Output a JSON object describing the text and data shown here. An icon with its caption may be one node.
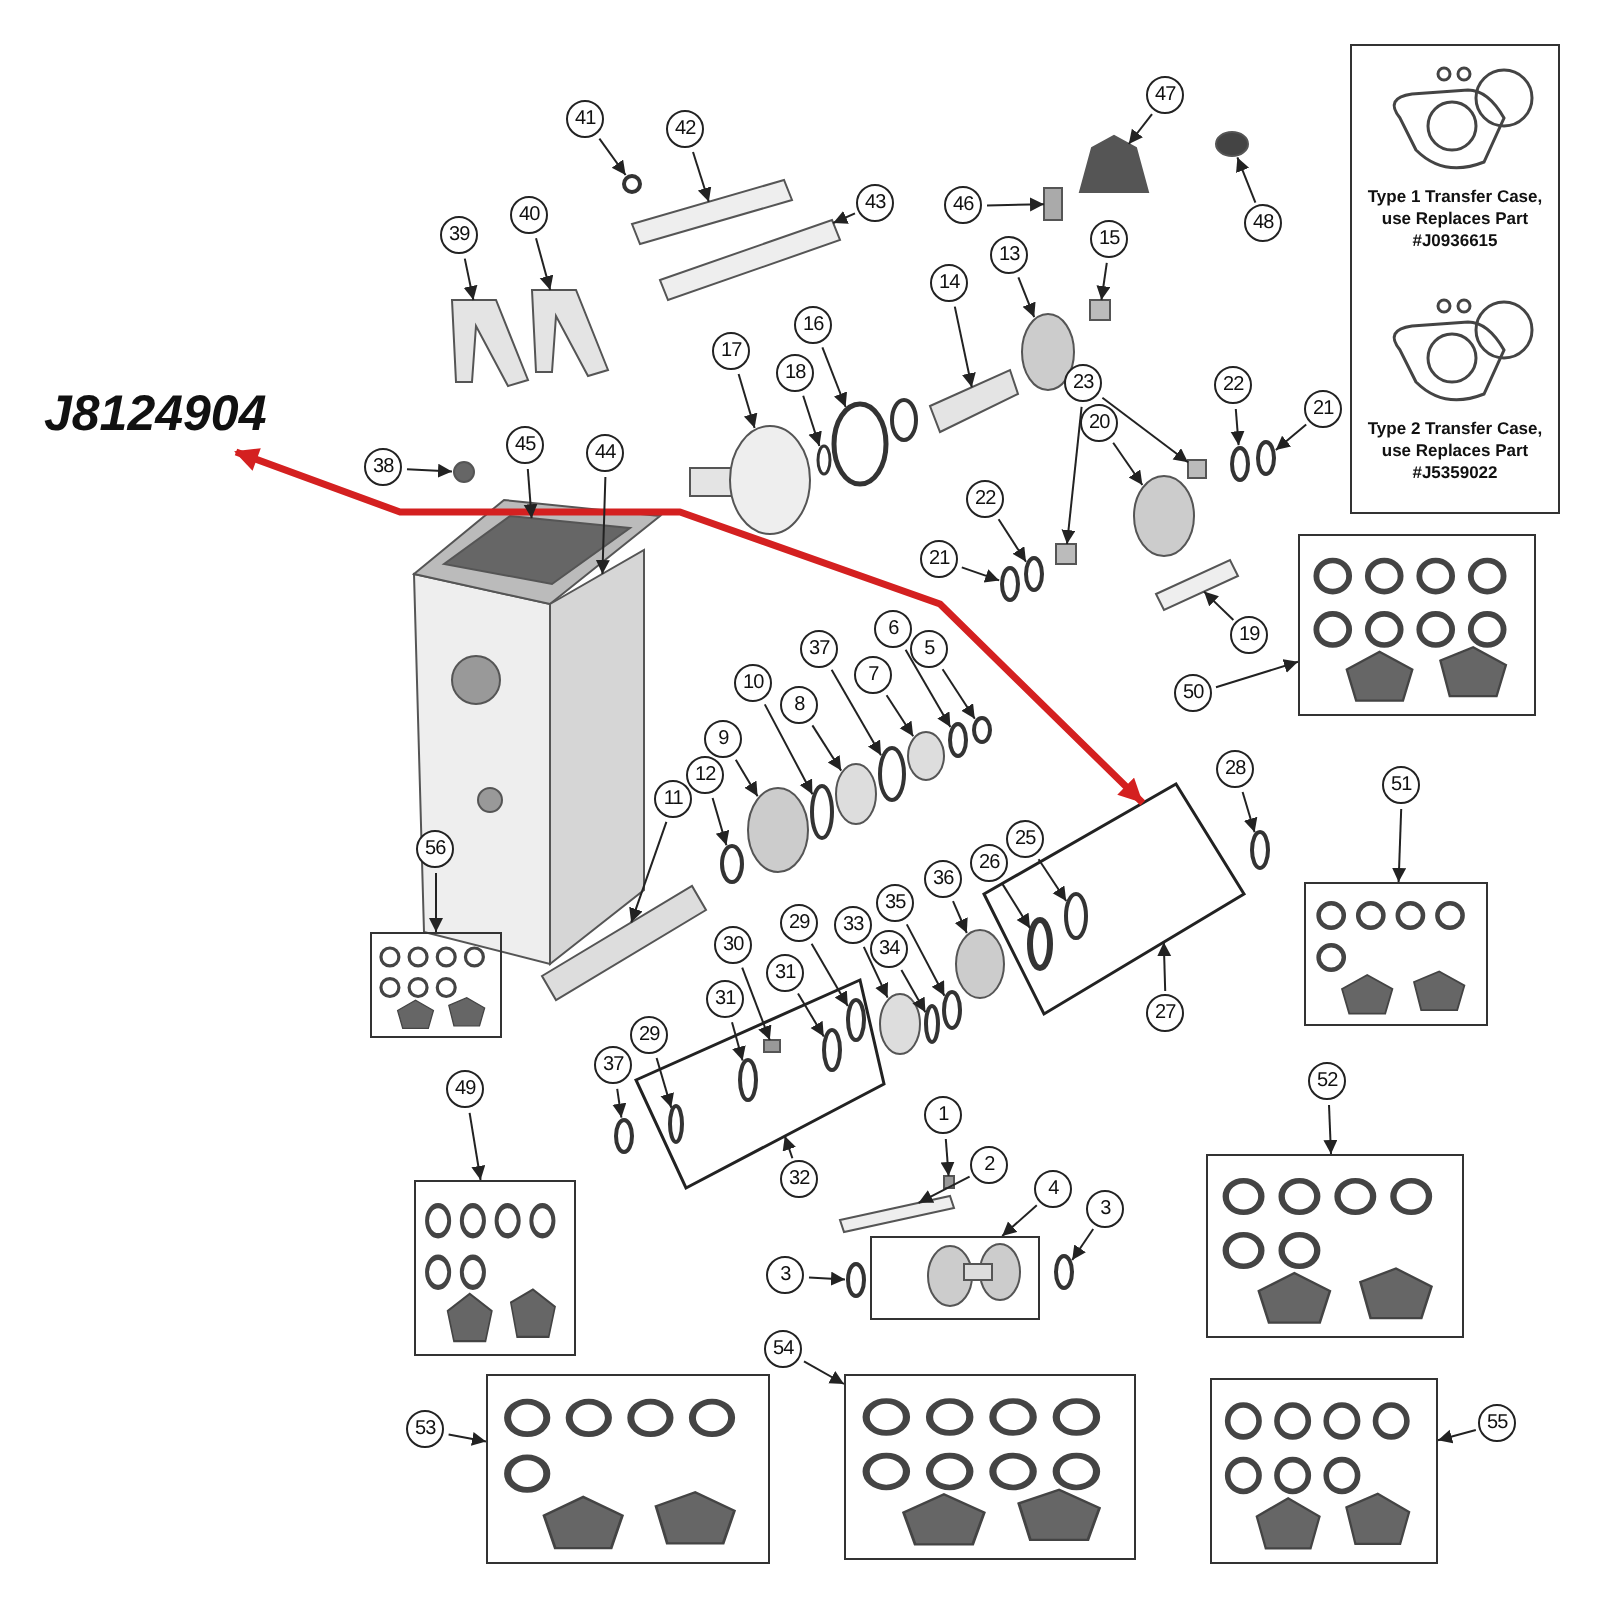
{
  "diagram": {
    "nodes": [
      {
        "text": [
          "J8124904"
        ]
      },
      {
        "text": [
          "Type 1 Transfer Case, use Replaces Part #J0936615",
          "Type 2 Transfer Case, use Replaces Part #J5359022"
        ]
      },
      {
        "text": [
          "47"
        ]
      },
      {
        "text": [
          "41"
        ]
      },
      {
        "text": [
          "42"
        ]
      },
      {
        "text": [
          "43"
        ]
      },
      {
        "text": [
          "46"
        ]
      },
      {
        "text": [
          "40"
        ]
      },
      {
        "text": [
          "48"
        ]
      },
      {
        "text": [
          "39"
        ]
      },
      {
        "text": [
          "15"
        ]
      },
      {
        "text": [
          "13"
        ]
      },
      {
        "text": [
          "14"
        ]
      },
      {
        "text": [
          "23"
        ]
      },
      {
        "text": [
          "16"
        ]
      },
      {
        "text": [
          "17"
        ]
      },
      {
        "text": [
          "18"
        ]
      },
      {
        "text": [
          "22"
        ]
      },
      {
        "text": [
          "21"
        ]
      },
      {
        "text": [
          "20"
        ]
      },
      {
        "text": [
          "45"
        ]
      },
      {
        "text": [
          "44"
        ]
      },
      {
        "text": [
          "38"
        ]
      },
      {
        "text": [
          "22"
        ]
      },
      {
        "text": [
          "21"
        ]
      },
      {
        "text": [
          "6"
        ]
      },
      {
        "text": [
          "19"
        ]
      },
      {
        "text": [
          "5"
        ]
      },
      {
        "text": [
          "37"
        ]
      },
      {
        "text": [
          "7"
        ]
      },
      {
        "text": [
          "10"
        ]
      },
      {
        "text": [
          "50"
        ]
      },
      {
        "text": [
          "8"
        ]
      },
      {
        "text": [
          "9"
        ]
      },
      {
        "text": [
          "28"
        ]
      },
      {
        "text": [
          "12"
        ]
      },
      {
        "text": [
          "51"
        ]
      },
      {
        "text": [
          "11"
        ]
      },
      {
        "text": [
          "25"
        ]
      },
      {
        "text": [
          "56"
        ]
      },
      {
        "text": [
          "26"
        ]
      },
      {
        "text": [
          "36"
        ]
      },
      {
        "text": [
          "35"
        ]
      },
      {
        "text": [
          "29"
        ]
      },
      {
        "text": [
          "33"
        ]
      },
      {
        "text": [
          "30"
        ]
      },
      {
        "text": [
          "34"
        ]
      },
      {
        "text": [
          "31"
        ]
      },
      {
        "text": [
          "31"
        ]
      },
      {
        "text": [
          "27"
        ]
      },
      {
        "text": [
          "29"
        ]
      },
      {
        "text": [
          "37"
        ]
      },
      {
        "text": [
          "52"
        ]
      },
      {
        "text": [
          "49"
        ]
      },
      {
        "text": [
          "1"
        ]
      },
      {
        "text": [
          "2"
        ]
      },
      {
        "text": [
          "32"
        ]
      },
      {
        "text": [
          "4"
        ]
      },
      {
        "text": [
          "3"
        ]
      },
      {
        "text": [
          "3"
        ]
      },
      {
        "text": [
          "54"
        ]
      },
      {
        "text": [
          "53"
        ]
      },
      {
        "text": [
          "55"
        ]
      },
      {
        "text": [],
        "shape": "picture"
      },
      {
        "text": [],
        "shape": "picture"
      },
      {
        "text": [],
        "shape": "picture"
      },
      {
        "text": [],
        "shape": "picture"
      },
      {
        "text": [],
        "shape": "picture"
      },
      {
        "text": [],
        "shape": "picture"
      },
      {
        "text": [],
        "shape": "picture"
      },
      {
        "text": [],
        "shape": "picture"
      },
      {
        "text": [],
        "shape": "box"
      },
      {
        "text": [],
        "shape": "box"
      },
      {
        "text": [],
        "shape": "box"
      },
      {
        "text": [],
        "shape": "cone"
      },
      {
        "text": [],
        "shape": "circle"
      },
      {
        "text": [],
        "shape": "bar"
      },
      {
        "text": [],
        "shape": "bar"
      },
      {
        "text": [],
        "shape": "box"
      },
      {
        "text": [],
        "shape": "fork"
      },
      {
        "text": [],
        "shape": "circle"
      },
      {
        "text": [],
        "shape": "fork"
      },
      {
        "text": [],
        "shape": "box"
      },
      {
        "text": [],
        "shape": "circle"
      },
      {
        "text": [],
        "shape": "bar"
      },
      {
        "text": [],
        "shape": "box"
      },
      {
        "text": [],
        "shape": "box"
      },
      {
        "text": [],
        "shape": "circle"
      },
      {
        "text": [],
        "shape": "circle"
      },
      {
        "text": [],
        "shape": "circle"
      },
      {
        "text": [],
        "shape": "circle"
      },
      {
        "text": [],
        "shape": "circle"
      },
      {
        "text": [],
        "shape": "circle"
      },
      {
        "text": [],
        "shape": "parallelogram"
      },
      {
        "text": [],
        "shape": "parallelogram"
      },
      {
        "text": [],
        "shape": "circle"
      },
      {
        "text": [],
        "shape": "circle"
      },
      {
        "text": [],
        "shape": "circle"
      },
      {
        "text": [],
        "shape": "circle"
      },
      {
        "text": [],
        "shape": "bar"
      },
      {
        "text": [],
        "shape": "circle"
      },
      {
        "text": [],
        "shape": "circle"
      },
      {
        "text": [],
        "shape": "circle"
      },
      {
        "text": [],
        "shape": "circle"
      },
      {
        "text": [],
        "shape": "circle"
      },
      {
        "text": [],
        "shape": "circle"
      },
      {
        "text": [],
        "shape": "circle"
      },
      {
        "text": [],
        "shape": "circle"
      },
      {
        "text": [],
        "shape": "bar"
      },
      {
        "text": [],
        "shape": "circle",
        "in": 71
      },
      {
        "text": [],
        "shape": "circle",
        "in": 71
      },
      {
        "text": [],
        "shape": "circle"
      },
      {
        "text": [],
        "shape": "circle"
      },
      {
        "text": [],
        "shape": "circle",
        "in": 72
      },
      {
        "text": [],
        "shape": "circle"
      },
      {
        "text": [],
        "shape": "box",
        "in": 72
      },
      {
        "text": [],
        "shape": "circle"
      },
      {
        "text": [],
        "shape": "circle",
        "in": 72
      },
      {
        "text": [],
        "shape": "circle",
        "in": 72
      },
      {
        "text": [],
        "shape": "circle",
        "in": 72
      },
      {
        "text": [],
        "shape": "circle"
      },
      {
        "text": [],
        "shape": "box"
      },
      {
        "text": [],
        "shape": "bar"
      },
      {
        "text": [],
        "shape": "circle"
      },
      {
        "text": [],
        "shape": "circle"
      }
    ],
    "edges": [
      {
        "from": 0,
        "to": 71,
        "arrow": "both",
        "color": "#d42020",
        "style": "thick"
      },
      {
        "from": 2,
        "to": 74,
        "arrow": "to"
      },
      {
        "from": 3,
        "to": 75,
        "arrow": "to"
      },
      {
        "from": 4,
        "to": 76,
        "arrow": "to"
      },
      {
        "from": 5,
        "to": 77,
        "arrow": "to"
      },
      {
        "from": 6,
        "to": 78,
        "arrow": "to"
      },
      {
        "from": 7,
        "to": 81,
        "arrow": "to"
      },
      {
        "from": 8,
        "to": 80,
        "arrow": "to"
      },
      {
        "from": 9,
        "to": 79,
        "arrow": "to"
      },
      {
        "from": 10,
        "to": 82,
        "arrow": "to"
      },
      {
        "from": 11,
        "to": 83,
        "arrow": "to"
      },
      {
        "from": 12,
        "to": 84,
        "arrow": "to"
      },
      {
        "from": 13,
        "to": 85,
        "arrow": "to"
      },
      {
        "from": 13,
        "to": 86,
        "arrow": "to"
      },
      {
        "from": 14,
        "to": 87,
        "arrow": "to"
      },
      {
        "from": 15,
        "to": 88,
        "arrow": "to"
      },
      {
        "from": 16,
        "to": 89,
        "arrow": "to"
      },
      {
        "from": 17,
        "to": 90,
        "arrow": "to"
      },
      {
        "from": 18,
        "to": 91,
        "arrow": "to"
      },
      {
        "from": 19,
        "to": 92,
        "arrow": "to"
      },
      {
        "from": 20,
        "to": 93,
        "arrow": "to"
      },
      {
        "from": 21,
        "to": 94,
        "arrow": "to"
      },
      {
        "from": 22,
        "to": 95,
        "arrow": "to"
      },
      {
        "from": 23,
        "to": 96,
        "arrow": "to"
      },
      {
        "from": 24,
        "to": 97,
        "arrow": "to"
      },
      {
        "from": 25,
        "to": 98,
        "arrow": "to"
      },
      {
        "from": 26,
        "to": 99,
        "arrow": "to"
      },
      {
        "from": 27,
        "to": 100,
        "arrow": "to"
      },
      {
        "from": 28,
        "to": 101,
        "arrow": "to"
      },
      {
        "from": 29,
        "to": 102,
        "arrow": "to"
      },
      {
        "from": 30,
        "to": 103,
        "arrow": "to"
      },
      {
        "from": 31,
        "to": 63,
        "arrow": "to"
      },
      {
        "from": 32,
        "to": 104,
        "arrow": "to"
      },
      {
        "from": 33,
        "to": 105,
        "arrow": "to"
      },
      {
        "from": 34,
        "to": 106,
        "arrow": "to"
      },
      {
        "from": 35,
        "to": 107,
        "arrow": "to"
      },
      {
        "from": 36,
        "to": 64,
        "arrow": "to"
      },
      {
        "from": 37,
        "to": 108,
        "arrow": "to"
      },
      {
        "from": 38,
        "to": 109,
        "arrow": "to"
      },
      {
        "from": 39,
        "to": 70,
        "arrow": "to"
      },
      {
        "from": 40,
        "to": 110,
        "arrow": "to"
      },
      {
        "from": 41,
        "to": 111,
        "arrow": "to"
      },
      {
        "from": 42,
        "to": 112,
        "arrow": "to"
      },
      {
        "from": 43,
        "to": 113,
        "arrow": "to"
      },
      {
        "from": 44,
        "to": 114,
        "arrow": "to"
      },
      {
        "from": 45,
        "to": 115,
        "arrow": "to"
      },
      {
        "from": 46,
        "to": 116,
        "arrow": "to"
      },
      {
        "from": 47,
        "to": 117,
        "arrow": "to"
      },
      {
        "from": 48,
        "to": 118,
        "arrow": "to"
      },
      {
        "from": 49,
        "to": 71,
        "arrow": "to"
      },
      {
        "from": 50,
        "to": 119,
        "arrow": "to"
      },
      {
        "from": 51,
        "to": 120,
        "arrow": "to"
      },
      {
        "from": 52,
        "to": 65,
        "arrow": "to"
      },
      {
        "from": 53,
        "to": 69,
        "arrow": "to"
      },
      {
        "from": 54,
        "to": 121,
        "arrow": "to"
      },
      {
        "from": 55,
        "to": 122,
        "arrow": "to"
      },
      {
        "from": 56,
        "to": 72,
        "arrow": "to"
      },
      {
        "from": 57,
        "to": 73,
        "arrow": "to"
      },
      {
        "from": 58,
        "to": 123,
        "arrow": "to"
      },
      {
        "from": 59,
        "to": 124,
        "arrow": "to"
      },
      {
        "from": 60,
        "to": 67,
        "arrow": "to"
      },
      {
        "from": 61,
        "to": 68,
        "arrow": "to"
      },
      {
        "from": 62,
        "to": 66,
        "arrow": "to"
      }
    ]
  }
}
